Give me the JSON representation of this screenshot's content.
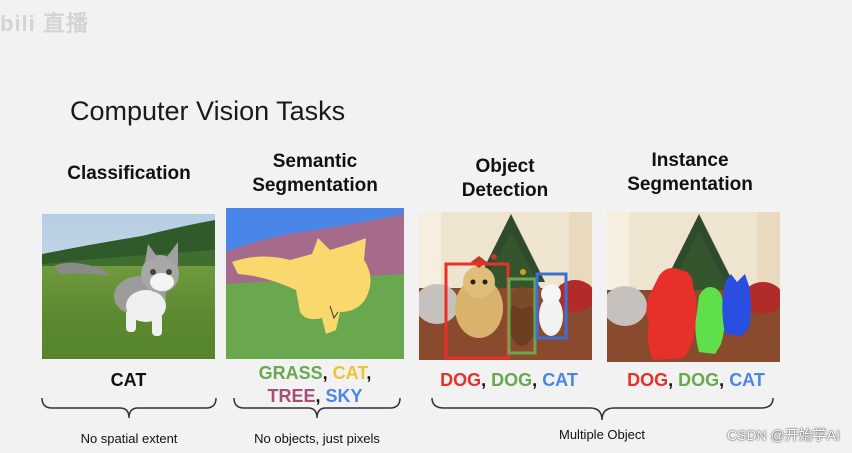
{
  "watermark_top": "bili 直播",
  "title": "Computer Vision Tasks",
  "tasks": [
    {
      "title": "Classification",
      "caption": "No spatial extent"
    },
    {
      "title_line1": "Semantic",
      "title_line2": "Segmentation",
      "caption": "No objects, just pixels"
    },
    {
      "title_line1": "Object",
      "title_line2": "Detection"
    },
    {
      "title_line1": "Instance",
      "title_line2": "Segmentation"
    }
  ],
  "labels": {
    "classification": "CAT",
    "semantic": {
      "grass": "GRASS",
      "cat": "CAT",
      "tree": "TREE",
      "sky": "SKY",
      "sep1": ", ",
      "sep2": ",",
      "sep3": ", "
    },
    "detection": {
      "dog1": "DOG",
      "dog2": "DOG",
      "cat": "CAT",
      "sep": ", "
    },
    "instance": {
      "dog1": "DOG",
      "dog2": "DOG",
      "cat": "CAT",
      "sep": ", "
    }
  },
  "multiple_object_caption": "Multiple Object",
  "watermark_br": "CSDN @开始学AI",
  "colors": {
    "red": "#e8302b",
    "green": "#6aa84f",
    "blue": "#4a86e8",
    "yellow": "#f1c232",
    "purple": "#a64d79"
  }
}
